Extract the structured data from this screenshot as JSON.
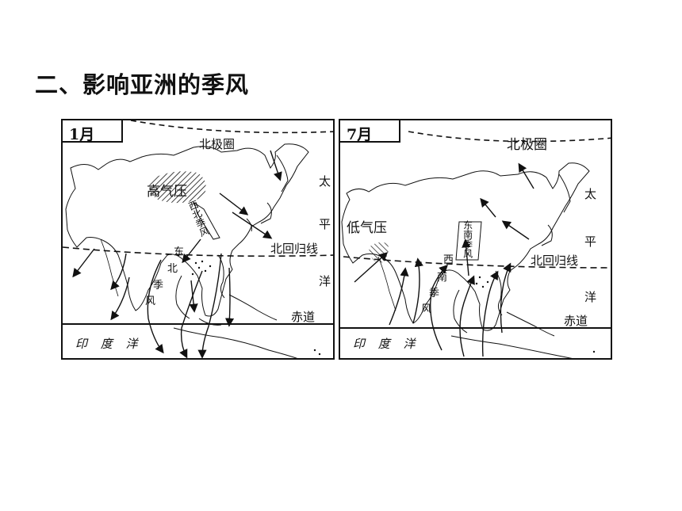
{
  "title": "二、影响亚洲的季风",
  "maps": [
    {
      "month": "1月",
      "labels": {
        "arctic_circle": "北极圈",
        "tai": "太",
        "ping": "平",
        "yang": "洋",
        "tropic": "北回归线",
        "equator": "赤道",
        "indian_ocean": "印 度 洋",
        "pressure": "高气压",
        "monsoon_nw": "西北季风",
        "monsoon_ne_1": "东",
        "monsoon_ne_2": "北",
        "monsoon_ne_3": "季",
        "monsoon_ne_4": "风"
      }
    },
    {
      "month": "7月",
      "labels": {
        "arctic_circle": "北极圈",
        "tai": "太",
        "ping": "平",
        "yang": "洋",
        "tropic": "北回归线",
        "equator": "赤道",
        "indian_ocean": "印 度 洋",
        "pressure": "低气压",
        "monsoon_se": "东南季风",
        "monsoon_sw_1": "西",
        "monsoon_sw_2": "南",
        "monsoon_sw_3": "季",
        "monsoon_sw_4": "风"
      }
    }
  ]
}
